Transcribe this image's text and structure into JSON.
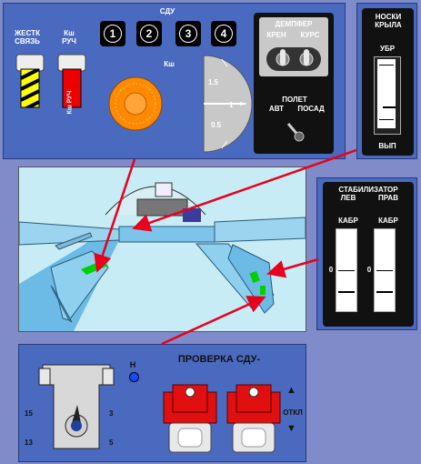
{
  "top_panel": {
    "sdu_title": "СДУ",
    "left_switch_labels": {
      "rigid": "ЖЕСТК\nСВЯЗЬ",
      "manual": "Кш\nРУЧ"
    },
    "manual_cap_text": "Кш РУЧ",
    "buttons": [
      "1",
      "2",
      "3",
      "4"
    ],
    "ksh_label": "Кш",
    "gauge": {
      "ticks": [
        "1.5",
        "1",
        "0.5"
      ],
      "level_fraction": 0.5
    },
    "damper": {
      "title": "ДЕМПФЕР",
      "roll": "КРЕН",
      "course": "КУРС"
    },
    "flight": {
      "title": "ПОЛЕТ",
      "auto": "АВТ",
      "landing": "ПОСАД"
    }
  },
  "slats_panel": {
    "title": "НОСКИ\nКРЫЛА",
    "retract": "УБР",
    "extend": "ВЫП"
  },
  "stabilizer_panel": {
    "title": "СТАБИЛИЗАТОР",
    "left": "ЛЕВ",
    "right": "ПРАВ",
    "kabr_left": "КАБР",
    "kabr_right": "КАБР",
    "zero_left": "0",
    "zero_right": "0"
  },
  "bottom_panel": {
    "title": "ПРОВЕРКА СДУ-",
    "n_label": "Н",
    "dial_left_top": "15",
    "dial_left_bottom": "13",
    "dial_right_top": "3",
    "dial_right_bottom": "5",
    "off_label": "ОТКЛ"
  },
  "colors": {
    "panel_bg": "#4a6ac0",
    "page_bg": "#7f8cc9",
    "highlight": "#00d000",
    "arrow": "#e8001c",
    "guard_red": "#e01010"
  }
}
